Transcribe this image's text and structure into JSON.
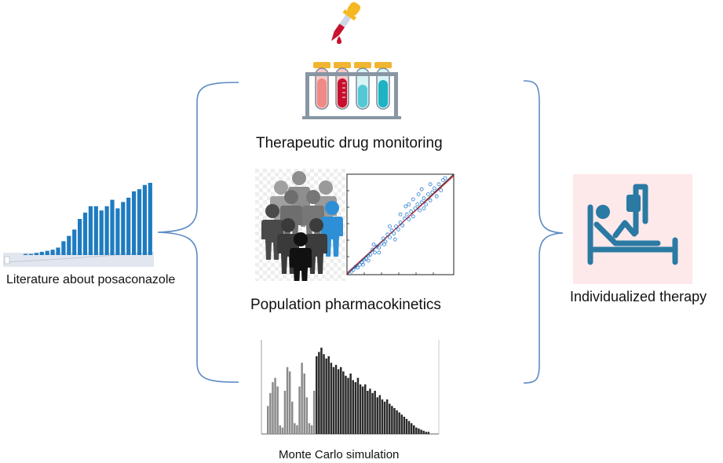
{
  "labels": {
    "literature": "Literature about posaconazole",
    "tdm": "Therapeutic drug monitoring",
    "popk": "Population pharmacokinetics",
    "montecarlo": "Monte Carlo simulation",
    "therapy": "Individualized therapy"
  },
  "colors": {
    "brace": "#5b8bc5",
    "lit_bar": "#1f7bc0",
    "patient_bg": "#fde8ea",
    "patient_icon": "#2a7aa3",
    "hist_light": "#8c8c8c",
    "hist_dark": "#2b2b2b"
  },
  "literature_bars": [
    1,
    1,
    2,
    3,
    4,
    5,
    7,
    13,
    18,
    24,
    34,
    40,
    46,
    46,
    42,
    46,
    52,
    44,
    50,
    54,
    60,
    62,
    66,
    68
  ],
  "histogram": {
    "light": [
      26,
      38,
      48,
      52,
      44,
      8,
      6,
      40,
      62,
      58,
      30,
      10,
      8,
      44,
      66,
      56,
      34,
      10,
      8,
      40,
      52,
      34
    ],
    "dark": [
      72,
      76,
      80,
      74,
      70,
      72,
      66,
      62,
      64,
      60,
      62,
      58,
      54,
      52,
      56,
      50,
      48,
      52,
      46,
      44,
      46,
      40,
      42,
      38,
      40,
      34,
      36,
      32,
      30,
      32,
      28,
      26,
      24,
      22,
      20,
      18,
      16,
      14,
      12,
      10,
      8,
      6,
      5,
      4,
      3,
      2,
      2
    ]
  },
  "scatter_points": [
    [
      0.04,
      0.03
    ],
    [
      0.06,
      0.05
    ],
    [
      0.08,
      0.08
    ],
    [
      0.1,
      0.07
    ],
    [
      0.12,
      0.1
    ],
    [
      0.14,
      0.12
    ],
    [
      0.16,
      0.15
    ],
    [
      0.18,
      0.16
    ],
    [
      0.2,
      0.19
    ],
    [
      0.22,
      0.2
    ],
    [
      0.24,
      0.25
    ],
    [
      0.26,
      0.22
    ],
    [
      0.28,
      0.28
    ],
    [
      0.3,
      0.27
    ],
    [
      0.32,
      0.31
    ],
    [
      0.34,
      0.36
    ],
    [
      0.36,
      0.33
    ],
    [
      0.38,
      0.4
    ],
    [
      0.4,
      0.37
    ],
    [
      0.42,
      0.44
    ],
    [
      0.44,
      0.41
    ],
    [
      0.46,
      0.48
    ],
    [
      0.48,
      0.45
    ],
    [
      0.5,
      0.52
    ],
    [
      0.52,
      0.49
    ],
    [
      0.54,
      0.56
    ],
    [
      0.56,
      0.6
    ],
    [
      0.58,
      0.55
    ],
    [
      0.6,
      0.63
    ],
    [
      0.62,
      0.58
    ],
    [
      0.64,
      0.66
    ],
    [
      0.66,
      0.7
    ],
    [
      0.68,
      0.64
    ],
    [
      0.7,
      0.72
    ],
    [
      0.72,
      0.76
    ],
    [
      0.74,
      0.7
    ],
    [
      0.76,
      0.8
    ],
    [
      0.78,
      0.74
    ],
    [
      0.8,
      0.82
    ],
    [
      0.82,
      0.86
    ],
    [
      0.84,
      0.78
    ],
    [
      0.86,
      0.9
    ],
    [
      0.88,
      0.84
    ],
    [
      0.9,
      0.94
    ],
    [
      0.92,
      0.96
    ],
    [
      0.7,
      0.85
    ],
    [
      0.55,
      0.68
    ],
    [
      0.45,
      0.35
    ],
    [
      0.62,
      0.75
    ],
    [
      0.35,
      0.3
    ],
    [
      0.25,
      0.3
    ],
    [
      0.15,
      0.1
    ],
    [
      0.78,
      0.9
    ],
    [
      0.67,
      0.8
    ],
    [
      0.5,
      0.6
    ],
    [
      0.58,
      0.7
    ],
    [
      0.3,
      0.22
    ],
    [
      0.2,
      0.14
    ],
    [
      0.4,
      0.48
    ],
    [
      0.72,
      0.66
    ]
  ]
}
